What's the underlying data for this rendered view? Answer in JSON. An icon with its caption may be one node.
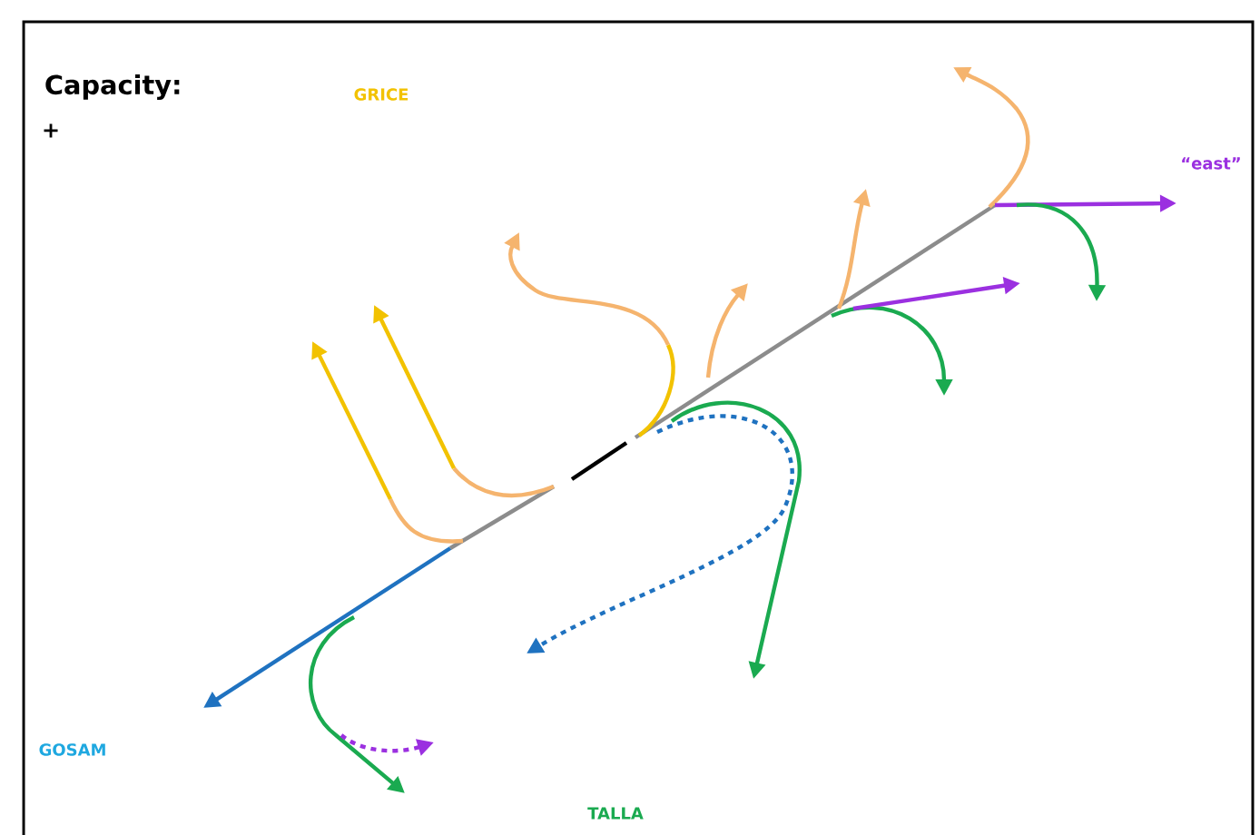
{
  "diagram": {
    "title": "Capacity:",
    "labels": [
      "+",
      "GRICE",
      "“east”",
      "GOSAM",
      "TALLA"
    ]
  }
}
